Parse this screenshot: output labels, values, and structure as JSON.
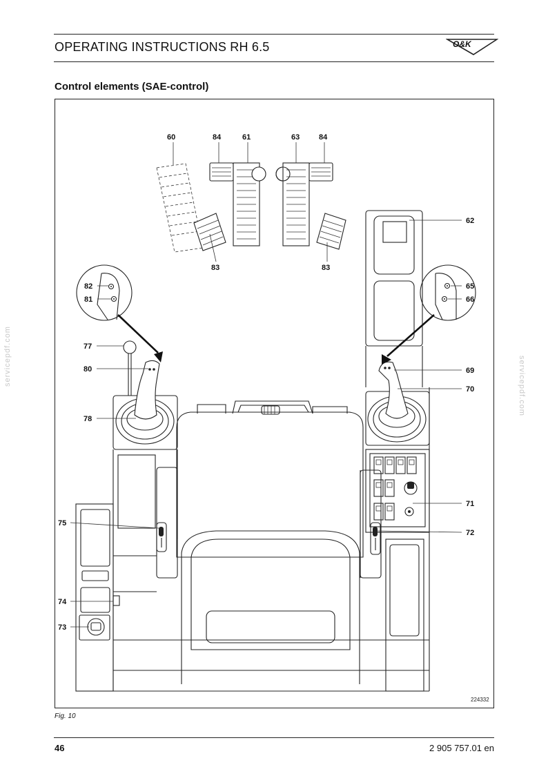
{
  "header": {
    "title": "OPERATING INSTRUCTIONS RH 6.5",
    "logo_text": "O&K"
  },
  "section": {
    "title": "Control elements (SAE-control)"
  },
  "figure": {
    "reference_code": "224332",
    "caption": "Fig. 10",
    "callouts": {
      "c60": "60",
      "c84a": "84",
      "c61": "61",
      "c63": "63",
      "c84b": "84",
      "c62": "62",
      "c83a": "83",
      "c83b": "83",
      "c82": "82",
      "c81": "81",
      "c65": "65",
      "c66": "66",
      "c77": "77",
      "c80": "80",
      "c69": "69",
      "c70": "70",
      "c78": "78",
      "c71": "71",
      "c75": "75",
      "c72": "72",
      "c74": "74",
      "c73": "73"
    }
  },
  "footer": {
    "page_number": "46",
    "doc_code": "2 905 757.01 en"
  },
  "watermark": {
    "text": "servicepdf.com"
  }
}
